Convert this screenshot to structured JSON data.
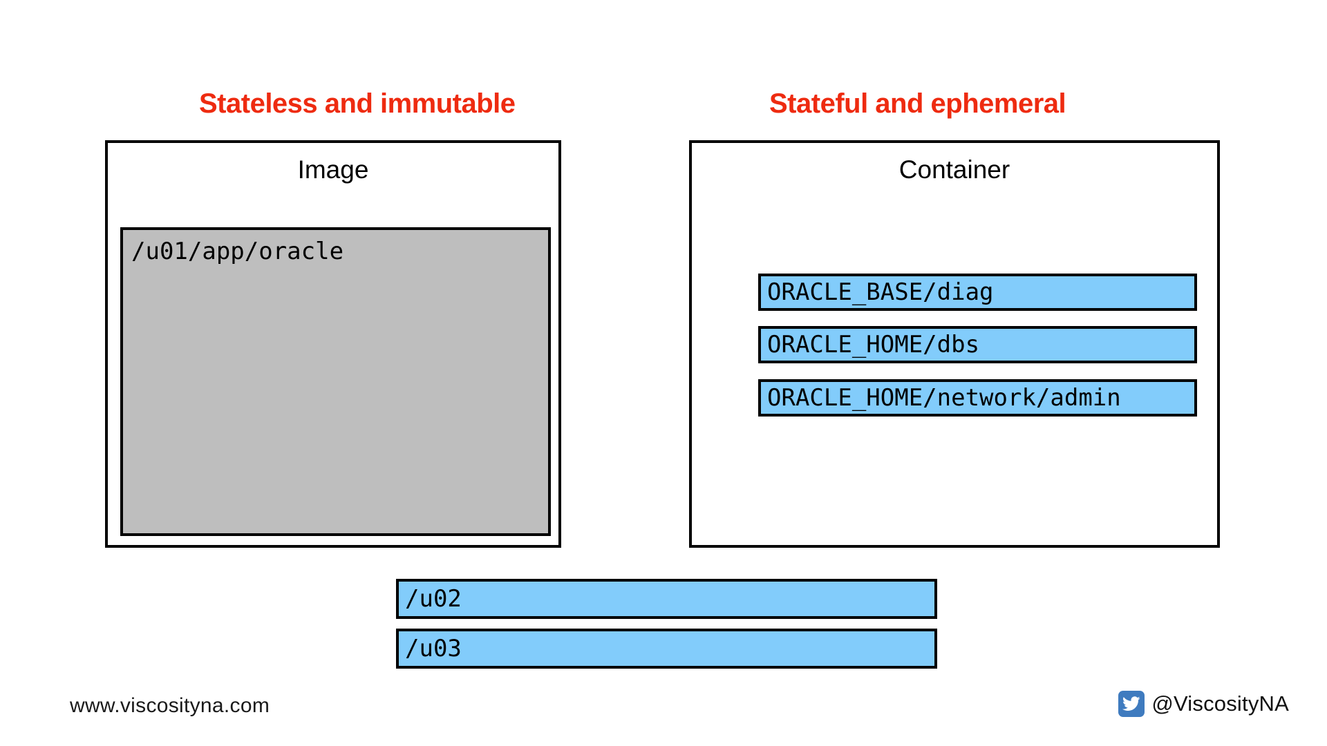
{
  "headings": {
    "left": "Stateless and immutable",
    "right": "Stateful and ephemeral",
    "color": "#ee2b10"
  },
  "image_panel": {
    "title": "Image",
    "layer": {
      "label": "/u01/app/oracle",
      "fill_color": "#bebebe"
    }
  },
  "container_panel": {
    "title": "Container",
    "volumes": [
      {
        "label": "ORACLE_BASE/diag"
      },
      {
        "label": "ORACLE_HOME/dbs"
      },
      {
        "label": "ORACLE_HOME/network/admin"
      }
    ],
    "volume_color": "#82ccfb"
  },
  "shared_volumes": [
    {
      "label": "/u02"
    },
    {
      "label": "/u03"
    }
  ],
  "footer": {
    "website": "www.viscosityna.com",
    "handle": "@ViscosityNA",
    "social_icon": "twitter-icon",
    "icon_color": "#3f7bbf"
  }
}
